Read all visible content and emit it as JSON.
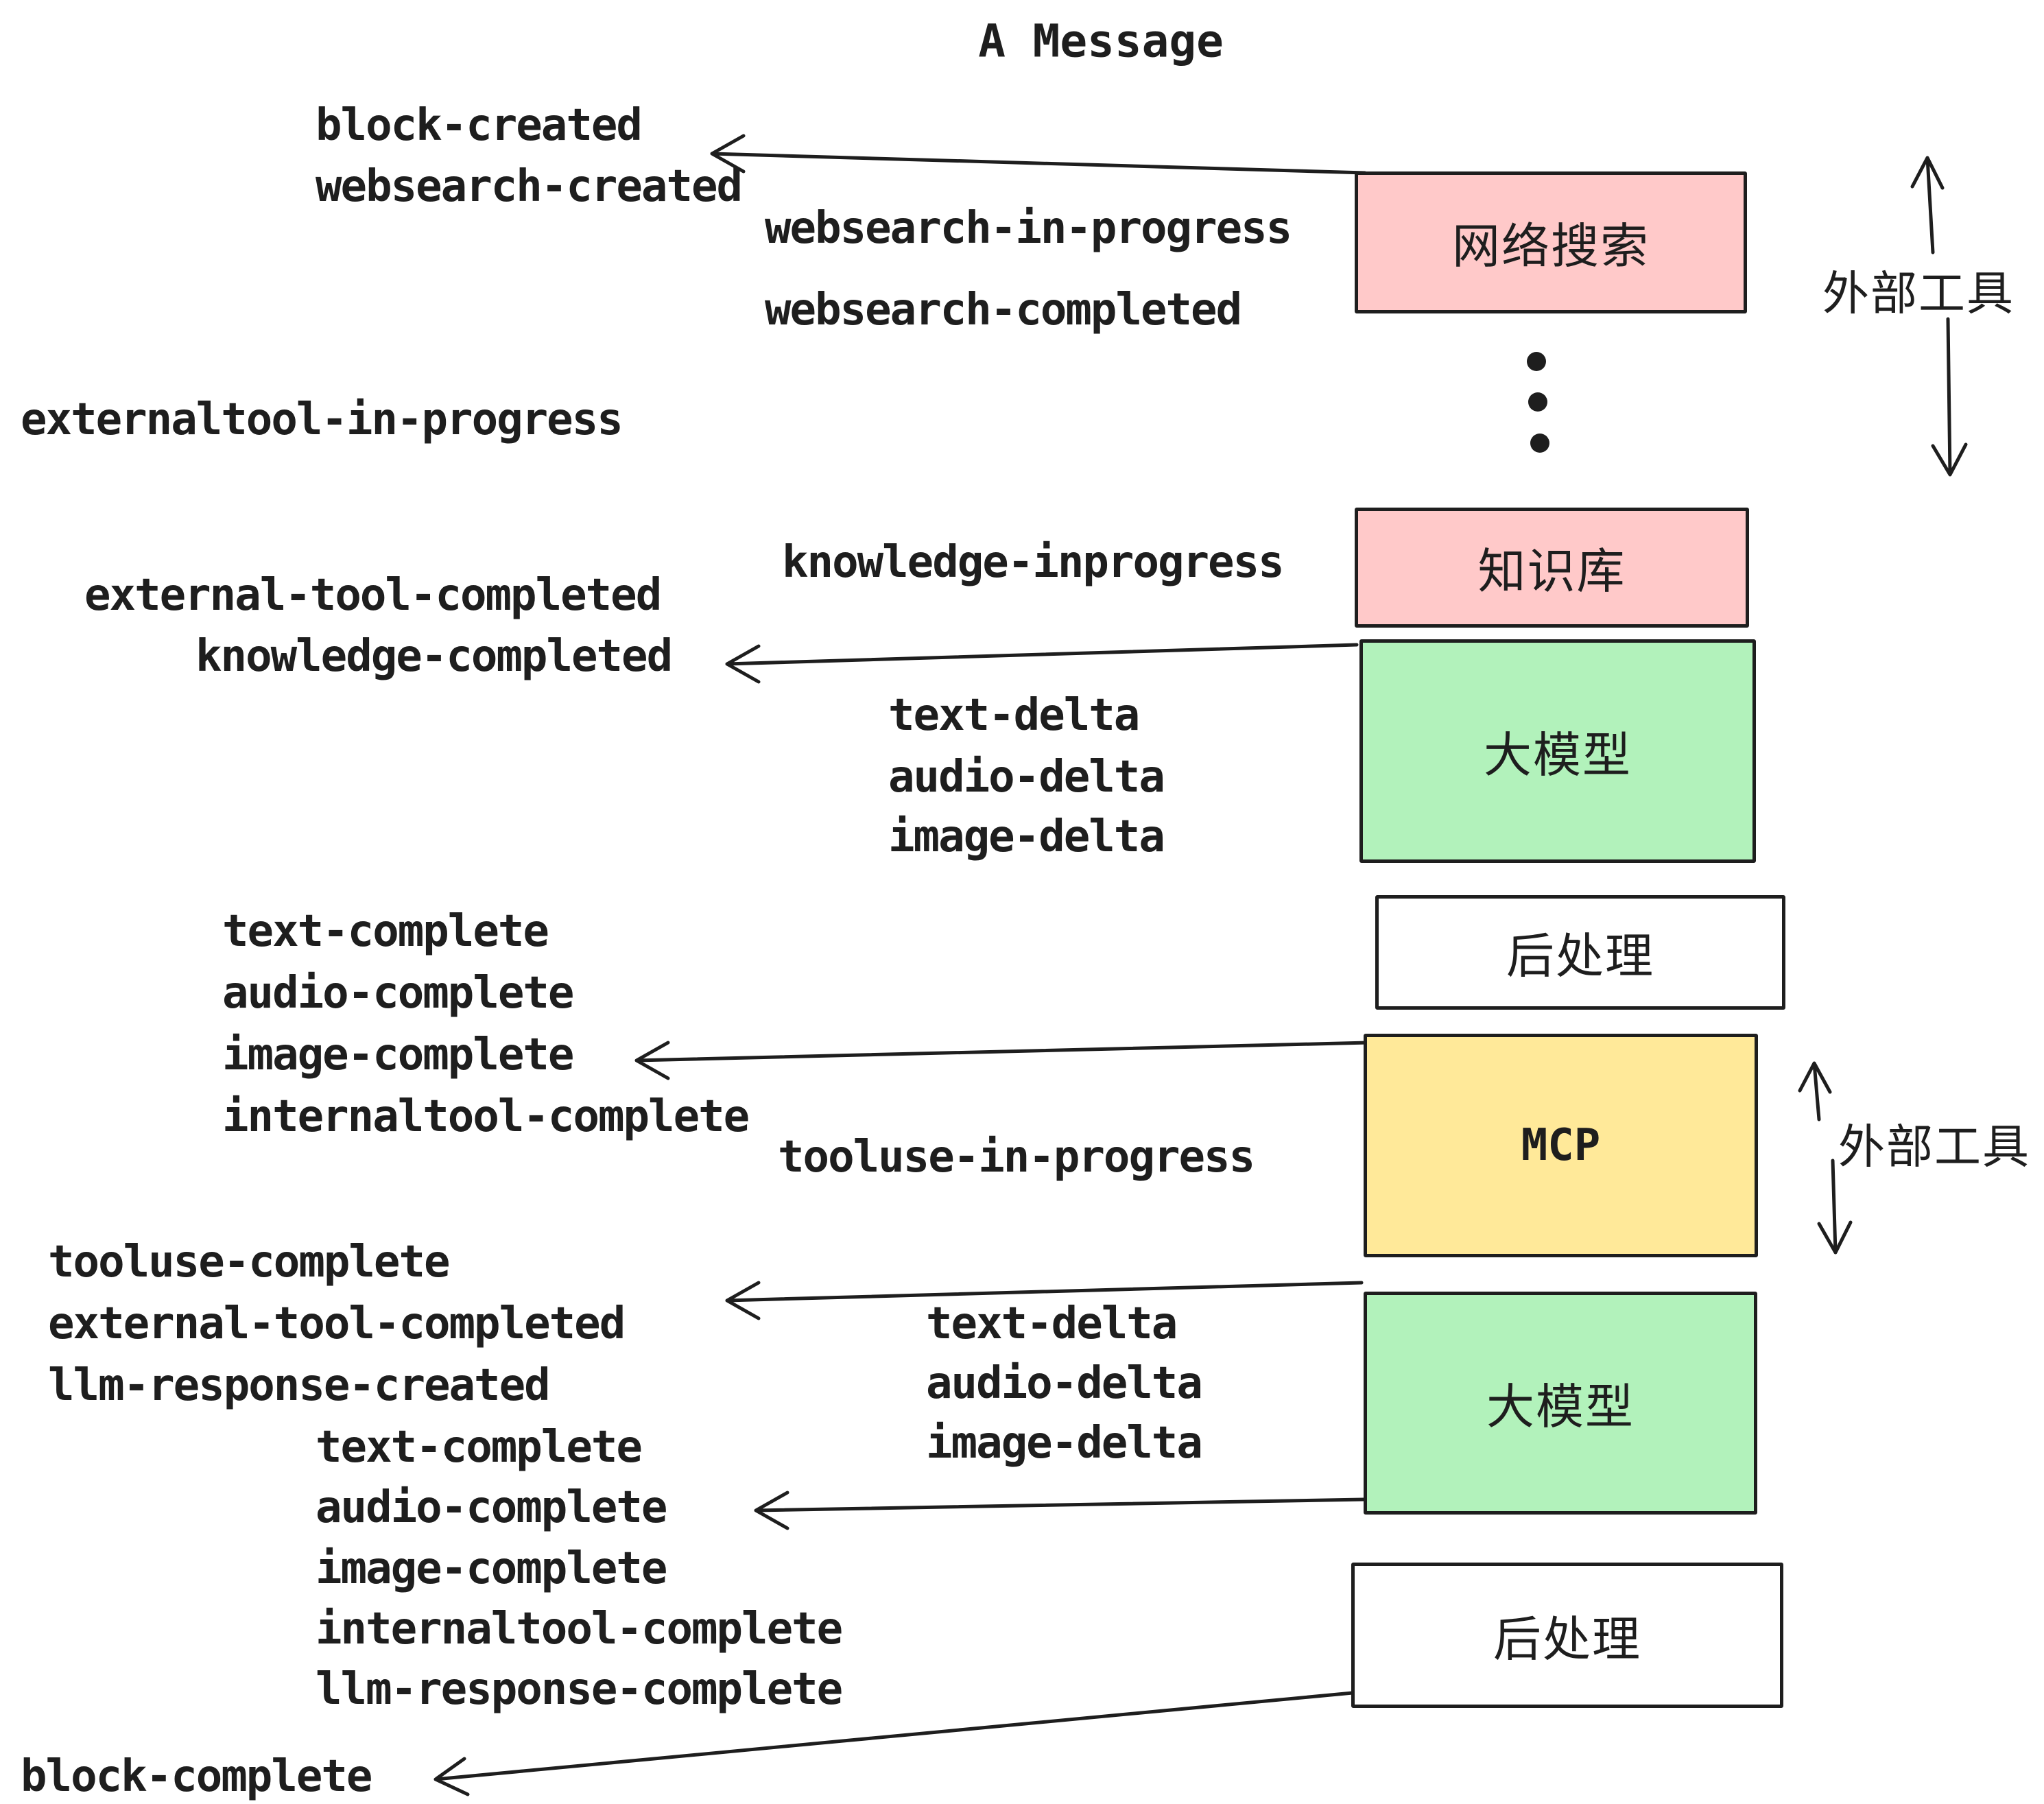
{
  "title": "A Message",
  "colors": {
    "pink": "#ffc9c9",
    "green": "#b2f2bb",
    "yellow": "#ffe999",
    "ink": "#1e1e1e",
    "background": "#ffffff"
  },
  "event_labels": [
    {
      "text": "block-created"
    },
    {
      "text": "websearch-created"
    },
    {
      "text": "websearch-in-progress"
    },
    {
      "text": "websearch-completed"
    },
    {
      "text": "externaltool-in-progress"
    },
    {
      "text": "knowledge-inprogress"
    },
    {
      "text": "external-tool-completed"
    },
    {
      "text": "knowledge-completed"
    },
    {
      "text": "text-delta"
    },
    {
      "text": "audio-delta"
    },
    {
      "text": "image-delta"
    },
    {
      "text": "text-complete"
    },
    {
      "text": "audio-complete"
    },
    {
      "text": "image-complete"
    },
    {
      "text": "internaltool-complete"
    },
    {
      "text": "tooluse-in-progress"
    },
    {
      "text": "tooluse-complete"
    },
    {
      "text": "external-tool-completed"
    },
    {
      "text": "llm-response-created"
    },
    {
      "text": "text-complete"
    },
    {
      "text": "audio-complete"
    },
    {
      "text": "image-complete"
    },
    {
      "text": "internaltool-complete"
    },
    {
      "text": "llm-response-complete"
    },
    {
      "text": "text-delta"
    },
    {
      "text": "audio-delta"
    },
    {
      "text": "image-delta"
    },
    {
      "text": "block-complete"
    }
  ],
  "boxes": [
    {
      "label": "网络搜索"
    },
    {
      "label": "知识库"
    },
    {
      "label": "大模型"
    },
    {
      "label": "后处理"
    },
    {
      "label": "MCP"
    },
    {
      "label": "大模型"
    },
    {
      "label": "后处理"
    }
  ],
  "side_labels": [
    {
      "text": "外部工具"
    },
    {
      "text": "外部工具"
    }
  ]
}
